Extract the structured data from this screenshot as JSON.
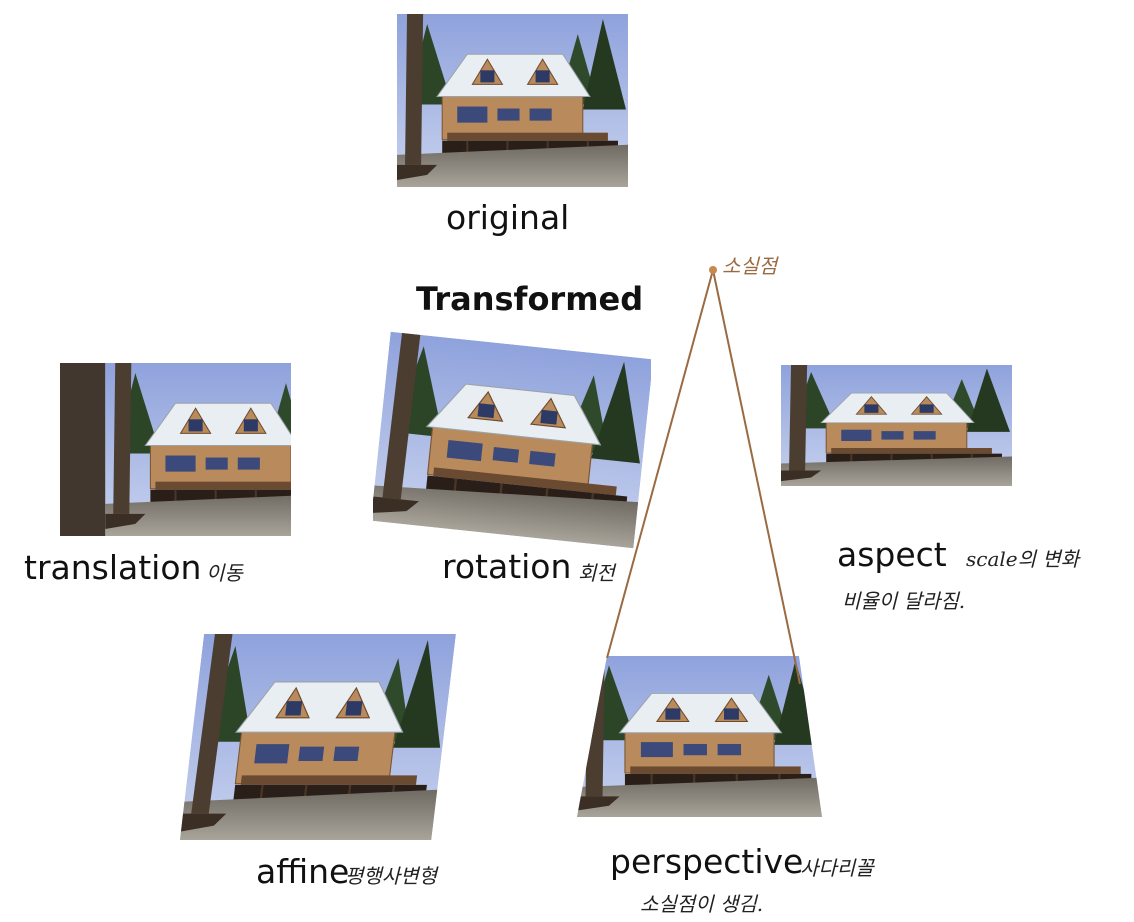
{
  "heading": "Transformed",
  "images": {
    "original": {
      "label": "original"
    },
    "translation": {
      "label": "translation",
      "note": "이동"
    },
    "rotation": {
      "label": "rotation",
      "note": "회전"
    },
    "aspect": {
      "label": "aspect",
      "note": "scale의 변화",
      "note2": "비율이 달라짐."
    },
    "affine": {
      "label": "affine",
      "note": "평행사변형"
    },
    "perspective": {
      "label": "perspective",
      "note": "사다리꼴",
      "note2": "소실점이 생김."
    }
  },
  "vanishing_point": {
    "label": "소실점"
  },
  "annotation_color": "#9a6a42"
}
